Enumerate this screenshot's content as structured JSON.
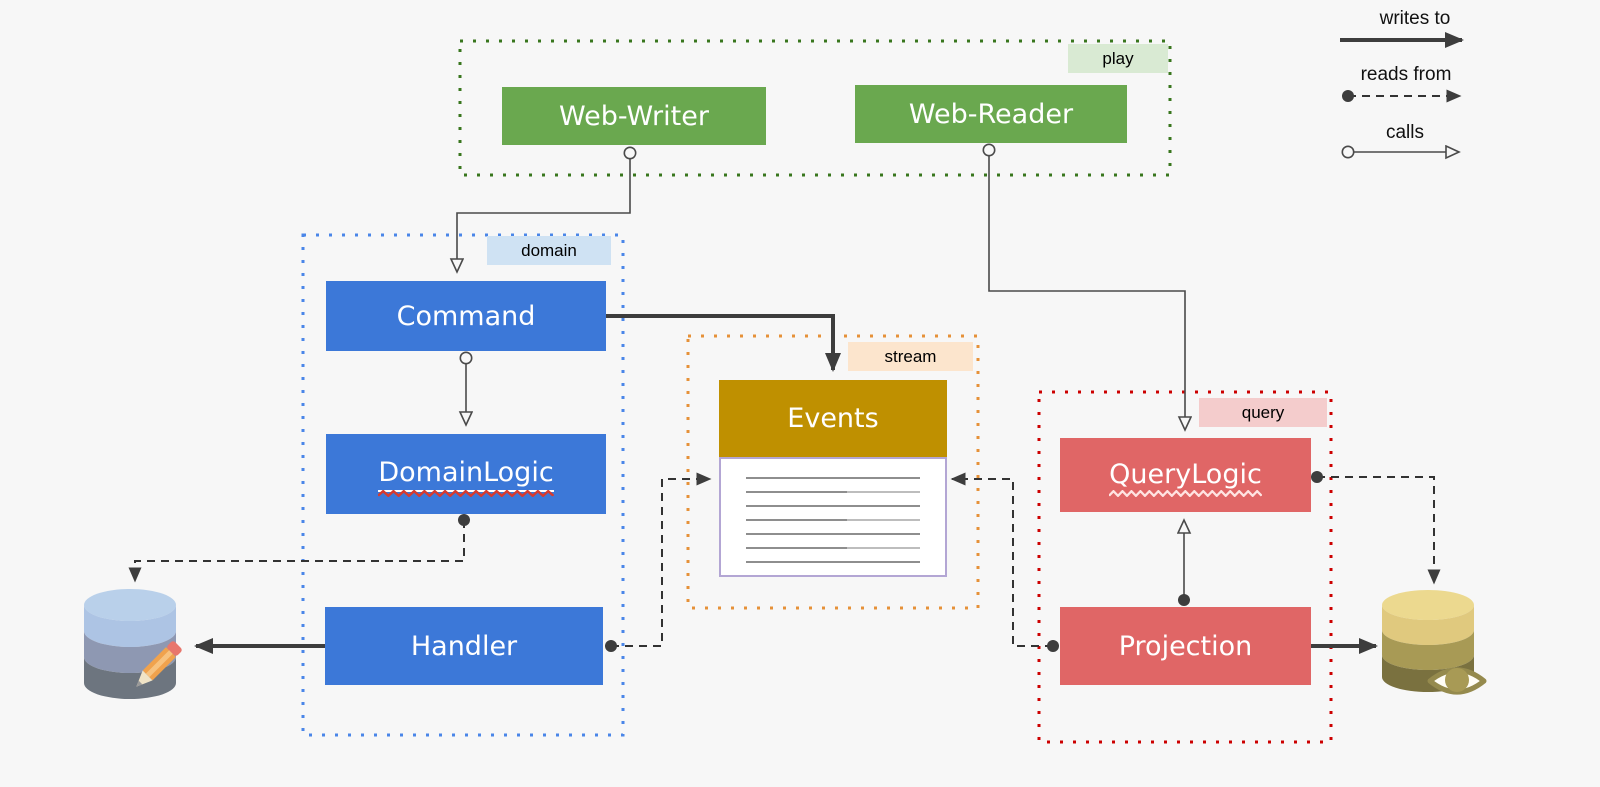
{
  "diagram": {
    "legend": {
      "writes_to": "writes to",
      "reads_from": "reads from",
      "calls": "calls"
    },
    "groups": {
      "play": {
        "label": "play",
        "badge_bg": "#d9ead3",
        "border_color": "#38761d"
      },
      "domain": {
        "label": "domain",
        "badge_bg": "#cfe2f3",
        "border_color": "#4a86e8"
      },
      "stream": {
        "label": "stream",
        "badge_bg": "#fce5cd",
        "border_color": "#e69138"
      },
      "query": {
        "label": "query",
        "badge_bg": "#f4cccc",
        "border_color": "#cc0000"
      }
    },
    "nodes": {
      "web_writer": {
        "label": "Web-Writer",
        "color": "#6aa84f"
      },
      "web_reader": {
        "label": "Web-Reader",
        "color": "#6aa84f"
      },
      "command": {
        "label": "Command",
        "color": "#3c78d8"
      },
      "domain_logic": {
        "label": "DomainLogic",
        "color": "#3c78d8"
      },
      "handler": {
        "label": "Handler",
        "color": "#3c78d8"
      },
      "events": {
        "label": "Events",
        "color": "#bf9000"
      },
      "query_logic": {
        "label": "QueryLogic",
        "color": "#e06666"
      },
      "projection": {
        "label": "Projection",
        "color": "#e06666"
      }
    },
    "icons": {
      "write_store": "database-pencil-icon",
      "read_store": "database-eye-icon"
    }
  }
}
